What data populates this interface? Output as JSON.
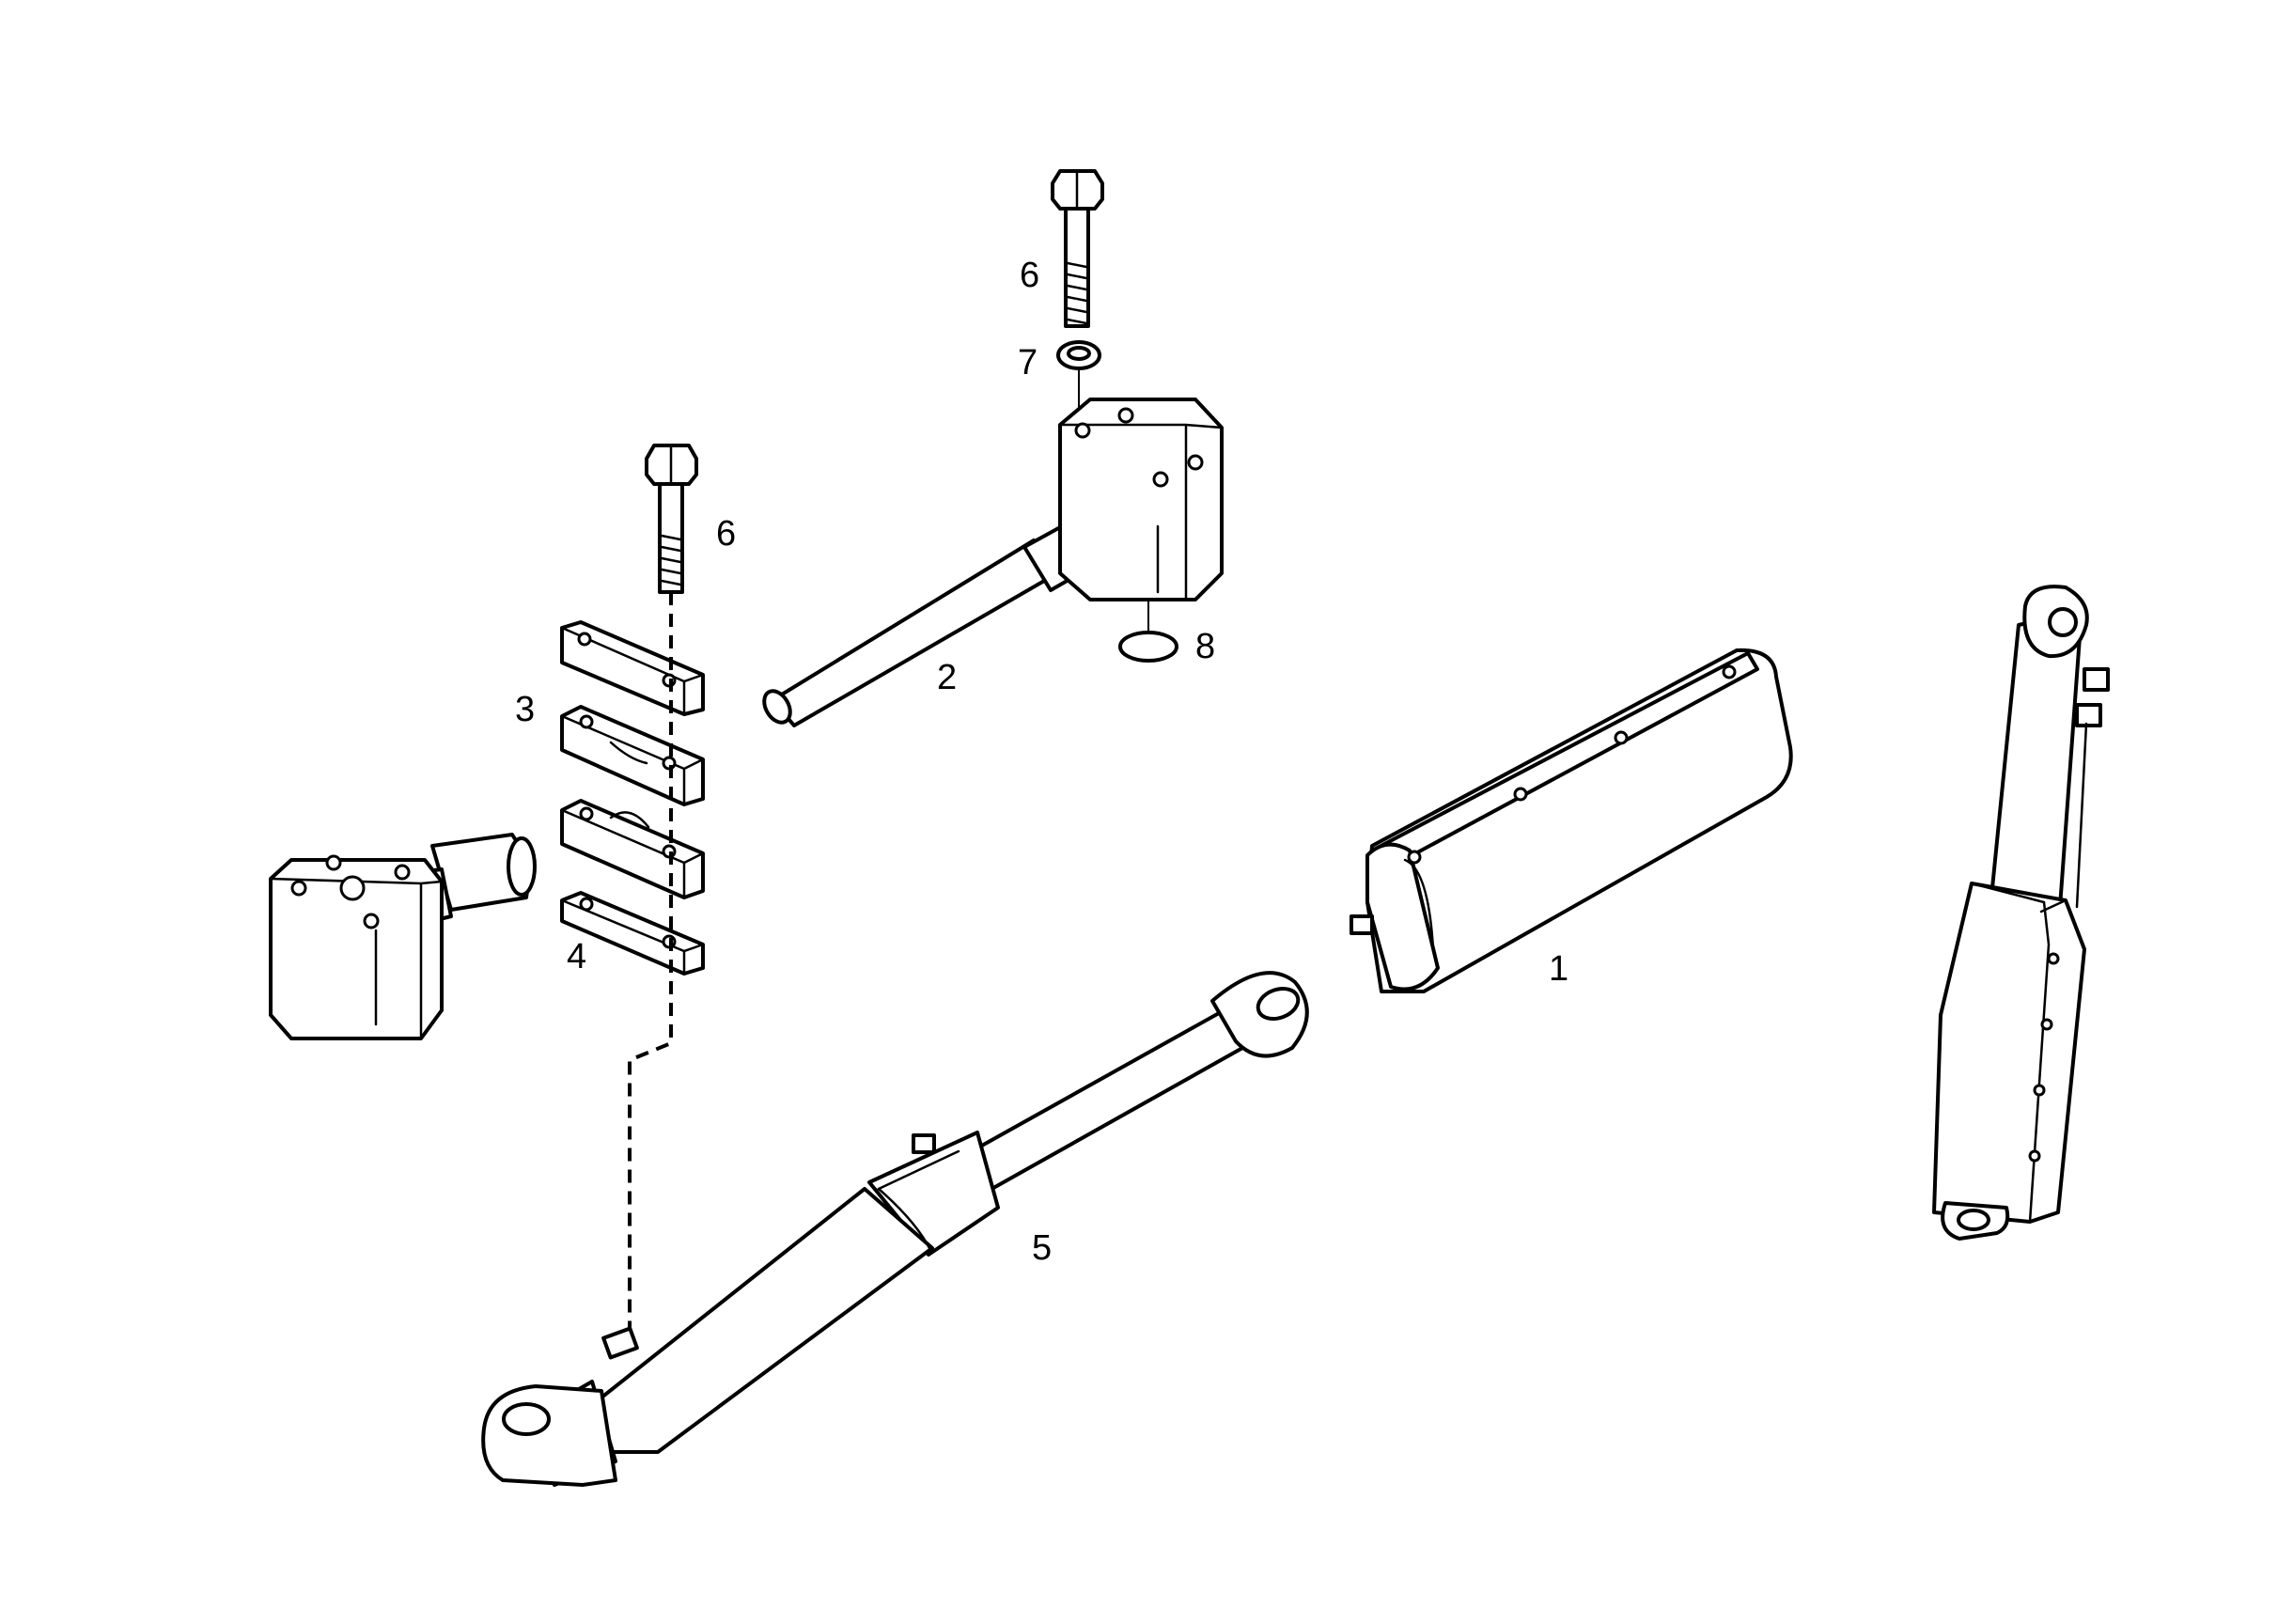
{
  "callouts": {
    "c1": "1",
    "c2": "2",
    "c3": "3",
    "c4": "4",
    "c5": "5",
    "c6_top": "6",
    "c6_left": "6",
    "c7": "7",
    "c8": "8"
  }
}
